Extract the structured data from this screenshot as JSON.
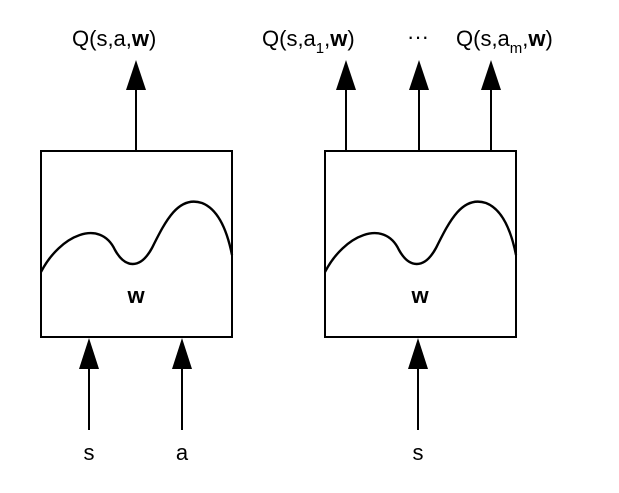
{
  "left_network": {
    "output": {
      "prefix": "Q(s,a,",
      "weight": "w",
      "suffix": ")"
    },
    "weight_label": "w",
    "inputs": [
      "s",
      "a"
    ]
  },
  "right_network": {
    "output_first": {
      "prefix": "Q(s,a",
      "subscript": "1",
      "sep": ",",
      "weight": "w",
      "suffix": ")"
    },
    "ellipsis": "···",
    "output_last": {
      "prefix": "Q(s,a",
      "subscript": "m",
      "sep": ",",
      "weight": "w",
      "suffix": ")"
    },
    "weight_label": "w",
    "inputs": [
      "s"
    ]
  }
}
